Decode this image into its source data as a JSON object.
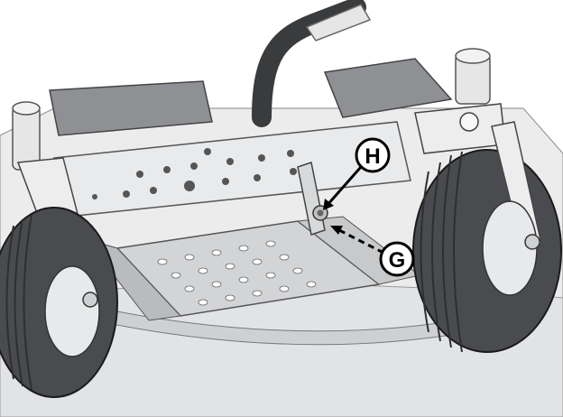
{
  "callouts": [
    {
      "id": "H",
      "label": "H",
      "leader": "solid"
    },
    {
      "id": "G",
      "label": "G",
      "leader": "dashed"
    }
  ],
  "colors": {
    "background": "#ffffff",
    "deck": "#d9dadc",
    "deck_dark": "#b9bbbe",
    "panel": "#8e9093",
    "tire": "#4a4b4e",
    "tire_tread": "#2e2f31",
    "hub": "#e8e9ea",
    "outline": "#1a1a1a",
    "callout": "#000000"
  }
}
